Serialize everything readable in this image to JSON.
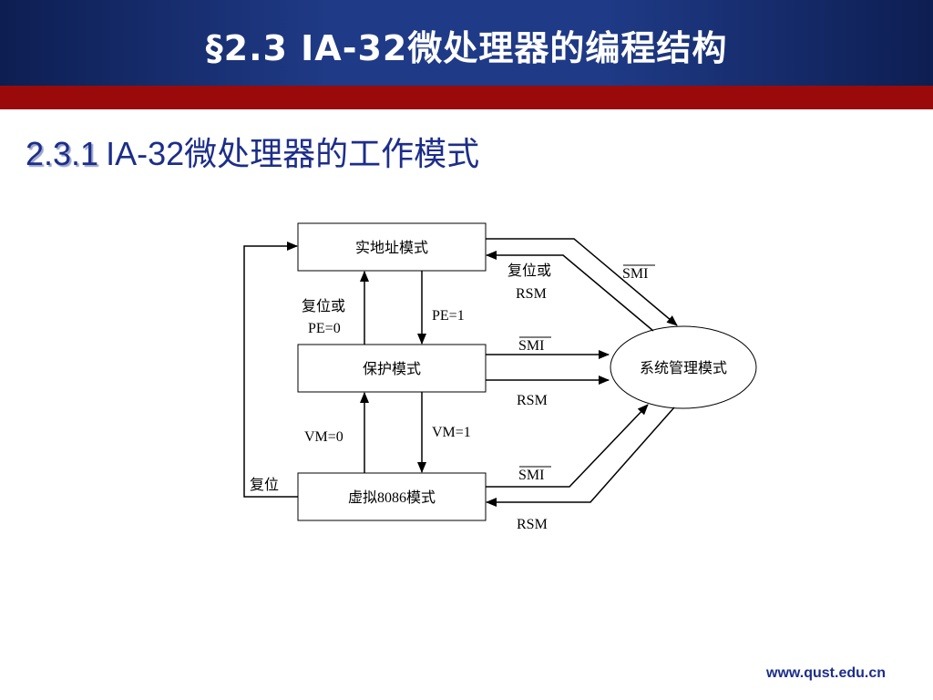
{
  "slide": {
    "title": "§2.3 IA-32微处理器的编程结构",
    "section_number": "2.3.1",
    "section_text": "IA-32微处理器的工作模式",
    "footer": "www.qust.edu.cn"
  },
  "diagram": {
    "boxes": {
      "real_mode": "实地址模式",
      "protected_mode": "保护模式",
      "v86_mode": "虚拟8086模式",
      "smm": "系统管理模式"
    },
    "labels": {
      "pe1": "PE=1",
      "reset_or_pe0_line1": "复位或",
      "reset_or_pe0_line2": "PE=0",
      "vm1": "VM=1",
      "vm0": "VM=0",
      "reset": "复位",
      "reset_or_rsm_line1": "复位或",
      "reset_or_rsm_line2": "RSM",
      "smi_top": "SMI",
      "smi_mid": "SMI",
      "rsm_mid": "RSM",
      "smi_bottom": "SMI",
      "rsm_bottom": "RSM"
    }
  }
}
